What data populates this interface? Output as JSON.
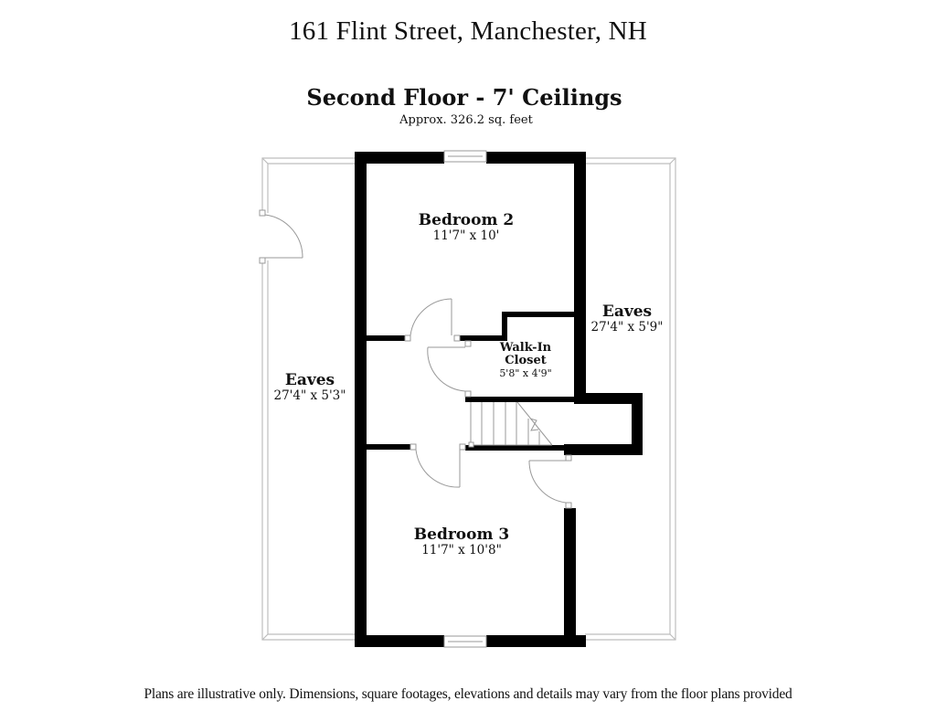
{
  "header": {
    "address": "161 Flint Street, Manchester, NH",
    "floor_title": "Second Floor - 7' Ceilings",
    "area": "Approx. 326.2 sq. feet"
  },
  "rooms": [
    {
      "name": "Bedroom 2",
      "dimensions": "11'7\" x 10'"
    },
    {
      "name": "Eaves",
      "dimensions": "27'4\" x 5'9\""
    },
    {
      "name": "Walk-In Closet",
      "line1": "Walk-In",
      "line2": "Closet",
      "dimensions": "5'8\" x 4'9\""
    },
    {
      "name": "Eaves",
      "dimensions": "27'4\" x 5'3\""
    },
    {
      "name": "Bedroom 3",
      "dimensions": "11'7\" x 10'8\""
    }
  ],
  "colors": {
    "wall": "#000000",
    "thin_wall": "#bdbdbd",
    "background": "#ffffff",
    "text": "#111111"
  },
  "footer": {
    "disclaimer": "Plans are illustrative only. Dimensions, square footages, elevations and details may vary from the floor plans provided"
  }
}
